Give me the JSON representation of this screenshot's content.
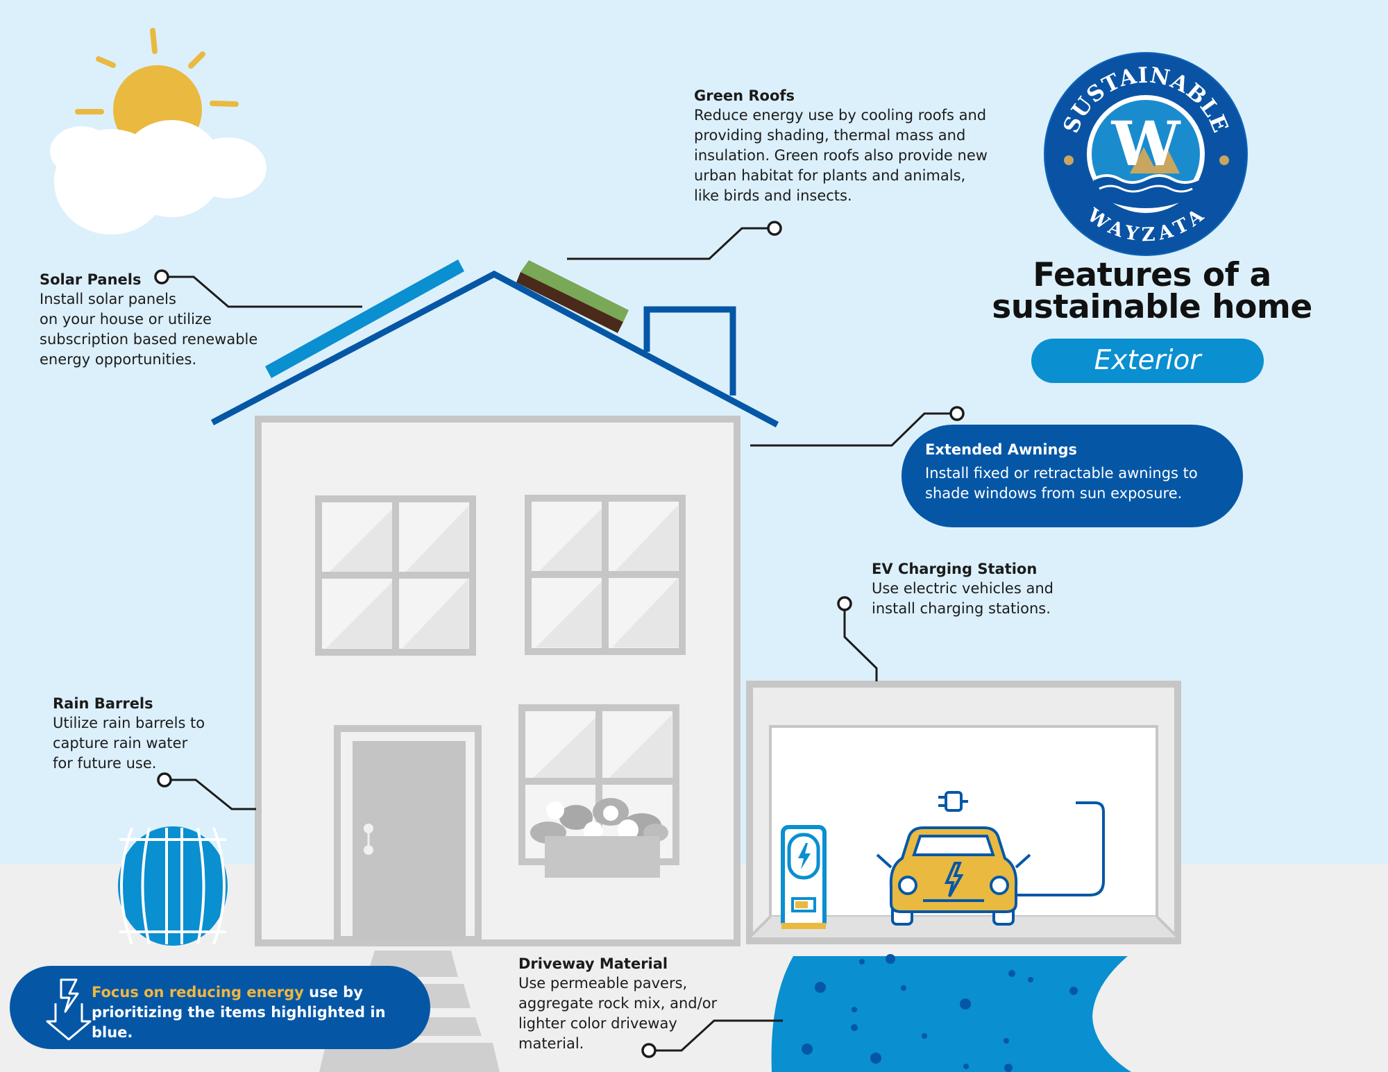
{
  "title": {
    "line1": "Features of a",
    "line2": "sustainable home",
    "subtitle": "Exterior"
  },
  "logo": {
    "top_text": "SUSTAINABLE",
    "bottom_text": "WAYZATA",
    "letter": "W",
    "icon": "wayzata-seal-logo"
  },
  "callouts": {
    "solar": {
      "title": "Solar Panels",
      "text": "Install solar panels\non your house or utilize\nsubscription based renewable\nenergy opportunities."
    },
    "green_roofs": {
      "title": "Green Roofs",
      "text": "Reduce energy use by cooling roofs and\nproviding shading, thermal mass and\ninsulation. Green roofs also provide new\nurban habitat for plants and animals,\nlike birds and insects."
    },
    "awnings": {
      "title": "Extended Awnings",
      "text": "Install fixed or retractable awnings to\nshade windows from sun exposure."
    },
    "ev": {
      "title": "EV Charging Station",
      "text": "Use electric vehicles and\ninstall charging stations."
    },
    "rain": {
      "title": "Rain Barrels",
      "text": "Utilize rain barrels to\ncapture rain water\nfor future use."
    },
    "driveway": {
      "title": "Driveway Material",
      "text": "Use permeable pavers,\naggregate rock mix, and/or\nlighter color driveway\nmaterial."
    }
  },
  "focus": {
    "highlight": "Focus on reducing energy",
    "rest": " use by prioritizing the items highlighted in blue.",
    "icon": "energy-down-arrow-icon"
  },
  "colors": {
    "sky": "#dcf0fb",
    "ground": "#efefef",
    "brand_blue": "#0557a6",
    "bright_blue": "#0a8fd0",
    "gold": "#f0b73f",
    "house_gray": "#c6c6c6"
  }
}
